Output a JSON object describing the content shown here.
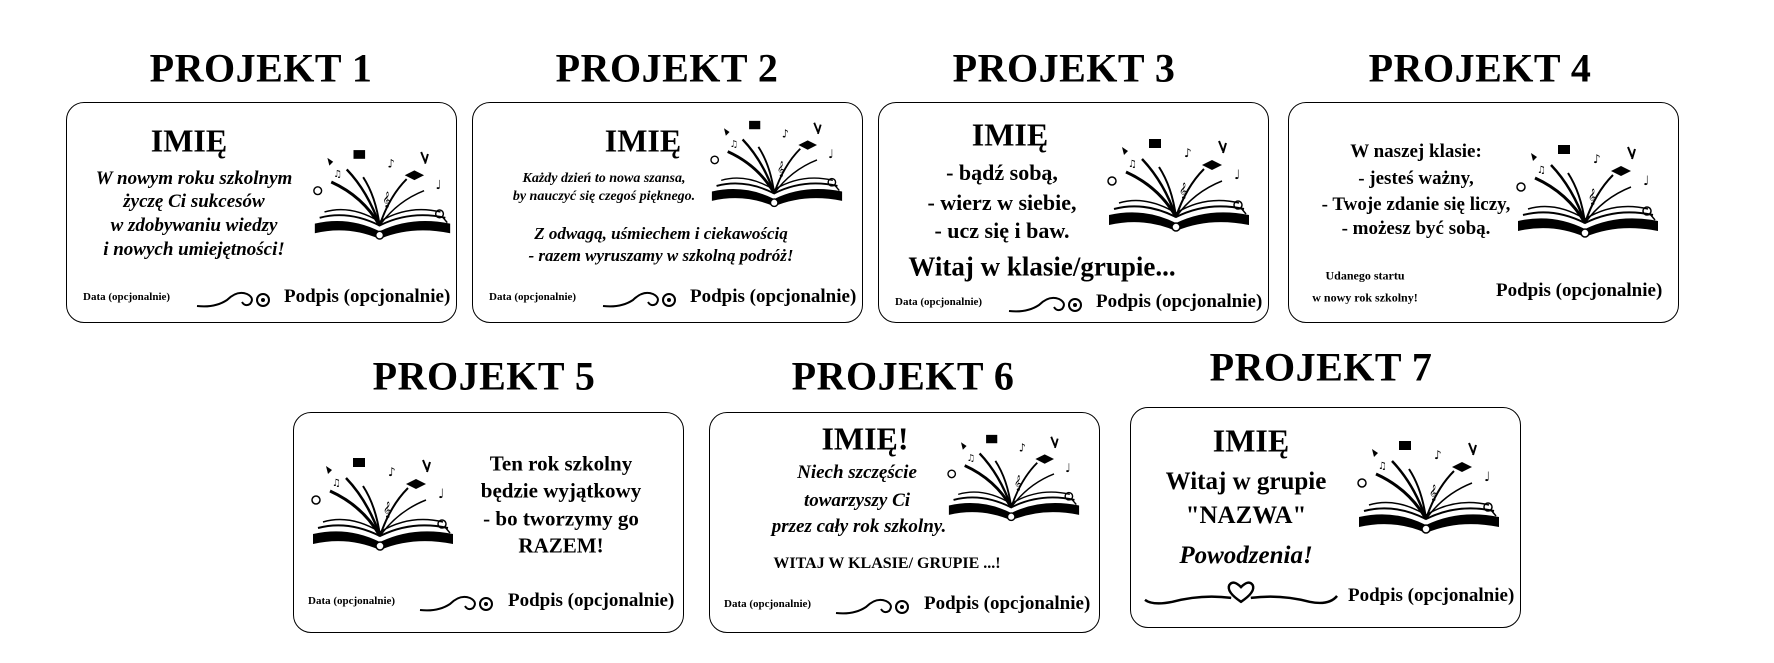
{
  "projects": [
    {
      "title": "PROJEKT 1",
      "name": "IMIĘ",
      "lines": [
        "W nowym roku szkolnym",
        "życzę Ci sukcesów",
        "w zdobywaniu wiedzy",
        "i nowych umiejętności!"
      ],
      "date": "Data (opcjonalnie)",
      "signature": "Podpis (opcjonalnie)"
    },
    {
      "title": "PROJEKT 2",
      "name": "IMIĘ",
      "lines": [
        "Każdy dzień to nowa szansa,",
        "by nauczyć się czegoś pięknego.",
        "Z odwagą, uśmiechem i ciekawością",
        "- razem wyruszamy w szkolną podróż!"
      ],
      "date": "Data (opcjonalnie)",
      "signature": "Podpis (opcjonalnie)"
    },
    {
      "title": "PROJEKT 3",
      "name": "IMIĘ",
      "lines": [
        "- bądź sobą,",
        "- wierz w siebie,",
        "- ucz się i baw.",
        "Witaj w klasie/grupie..."
      ],
      "date": "Data (opcjonalnie)",
      "signature": "Podpis (opcjonalnie)"
    },
    {
      "title": "PROJEKT 4",
      "lines": [
        "W naszej klasie:",
        "- jesteś ważny,",
        "- Twoje zdanie się liczy,",
        "- możesz być sobą.",
        "Udanego startu",
        "w nowy rok szkolny!"
      ],
      "signature": "Podpis (opcjonalnie)"
    },
    {
      "title": "PROJEKT 5",
      "lines": [
        "Ten rok szkolny",
        "będzie wyjątkowy",
        "- bo tworzymy go",
        "RAZEM!"
      ],
      "date": "Data (opcjonalnie)",
      "signature": "Podpis (opcjonalnie)"
    },
    {
      "title": "PROJEKT 6",
      "name": "IMIĘ!",
      "lines": [
        "Niech szczęście",
        "towarzyszy Ci",
        "przez cały rok szkolny.",
        "WITAJ W KLASIE/ GRUPIE ...!"
      ],
      "date": "Data (opcjonalnie)",
      "signature": "Podpis (opcjonalnie)"
    },
    {
      "title": "PROJEKT 7",
      "name": "IMIĘ",
      "lines": [
        "Witaj w grupie",
        "\"NAZWA\"",
        "Powodzenia!"
      ],
      "signature": "Podpis (opcjonalnie)"
    }
  ]
}
